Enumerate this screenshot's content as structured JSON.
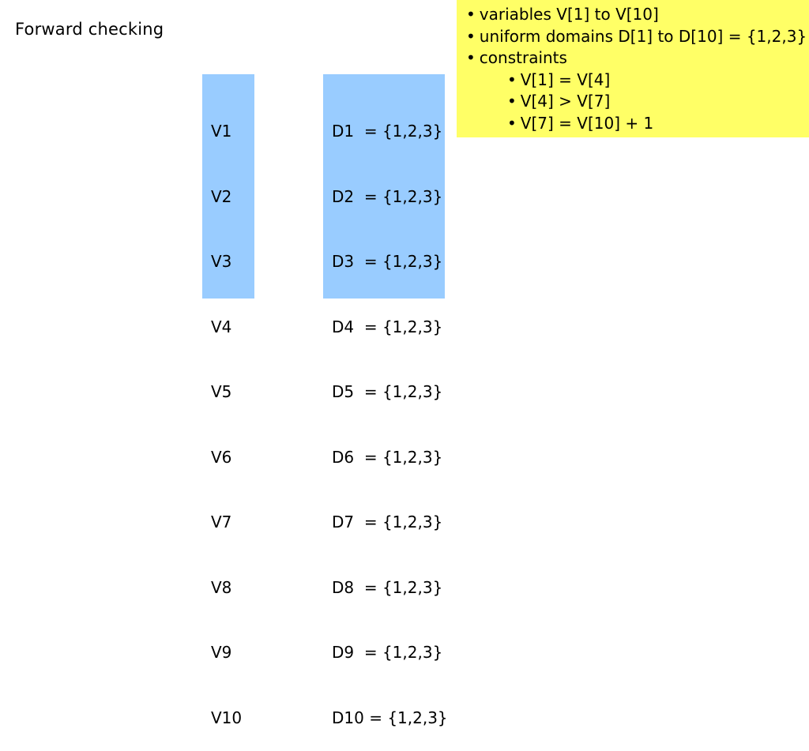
{
  "slide": {
    "title": "Forward checking"
  },
  "variables": [
    "V1",
    "V2",
    "V3",
    "V4",
    "V5",
    "V6",
    "V7",
    "V8",
    "V9",
    "V10"
  ],
  "domains": [
    "D1  = {1,2,3}",
    "D2  = {1,2,3}",
    "D3  = {1,2,3}",
    "D4  = {1,2,3}",
    "D5  = {1,2,3}",
    "D6  = {1,2,3}",
    "D7  = {1,2,3}",
    "D8  = {1,2,3}",
    "D9  = {1,2,3}",
    "D10 = {1,2,3}"
  ],
  "notes": {
    "bullet": "•",
    "lines": [
      {
        "text": "variables V[1] to V[10]"
      },
      {
        "text": "uniform domains D[1] to D[10] = {1,2,3}"
      },
      {
        "text": "constraints"
      },
      {
        "text": "V[1] = V[4]"
      },
      {
        "text": "V[4] > V[7]"
      },
      {
        "text": "V[7] = V[10] + 1"
      }
    ]
  },
  "colors": {
    "variable_box": "#99ccff",
    "domain_box": "#99ccff",
    "note_box": "#ffff66"
  }
}
